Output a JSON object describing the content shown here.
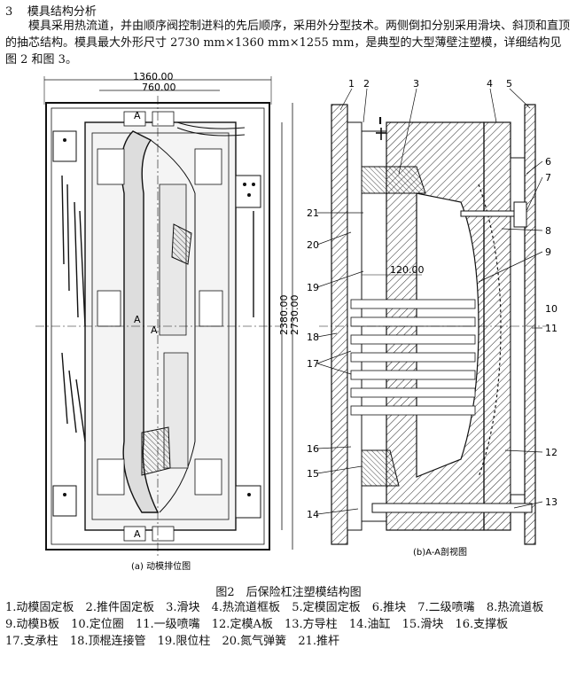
{
  "section": {
    "number": "3",
    "title": "模具结构分析"
  },
  "paragraph": "模具采用热流道，并由顺序阀控制进料的先后顺序，采用外分型技术。两侧倒扣分别采用滑块、斜顶和直顶的抽芯结构。模具最大外形尺寸 2730 mm×1360 mm×1255 mm，是典型的大型薄壁注塑模，详细结构见图 2 和图 3。",
  "figure": {
    "left_dims": [
      "1360.00",
      "760.00",
      "2380.00",
      "2730.00"
    ],
    "left_section_marks": [
      "A",
      "A",
      "A",
      "A"
    ],
    "left_subcaption": "(a) 动模排位图",
    "right_dim": "120.00",
    "right_mark": "I",
    "right_subcaption": "(b)A-A剖视图",
    "callouts": [
      "1",
      "2",
      "3",
      "4",
      "5",
      "6",
      "7",
      "8",
      "9",
      "10",
      "11",
      "12",
      "13",
      "14",
      "15",
      "16",
      "17",
      "18",
      "19",
      "20",
      "21"
    ]
  },
  "caption": "图2　后保险杠注塑模结构图",
  "legend": [
    "1.动模固定板",
    "2.推件固定板",
    "3.滑块",
    "4.热流道框板",
    "5.定模固定板",
    "6.推块",
    "7.二级喷嘴",
    "8.热流道板",
    "9.动模B板",
    "10.定位圈",
    "11.一级喷嘴",
    "12.定模A板",
    "13.方导柱",
    "14.油缸",
    "15.滑块",
    "16.支撑板",
    "17.支承柱",
    "18.顶棍连接管",
    "19.限位柱",
    "20.氮气弹簧",
    "21.推杆"
  ],
  "colors": {
    "ink": "#111111",
    "hatch": "#222222",
    "paper": "#ffffff"
  }
}
